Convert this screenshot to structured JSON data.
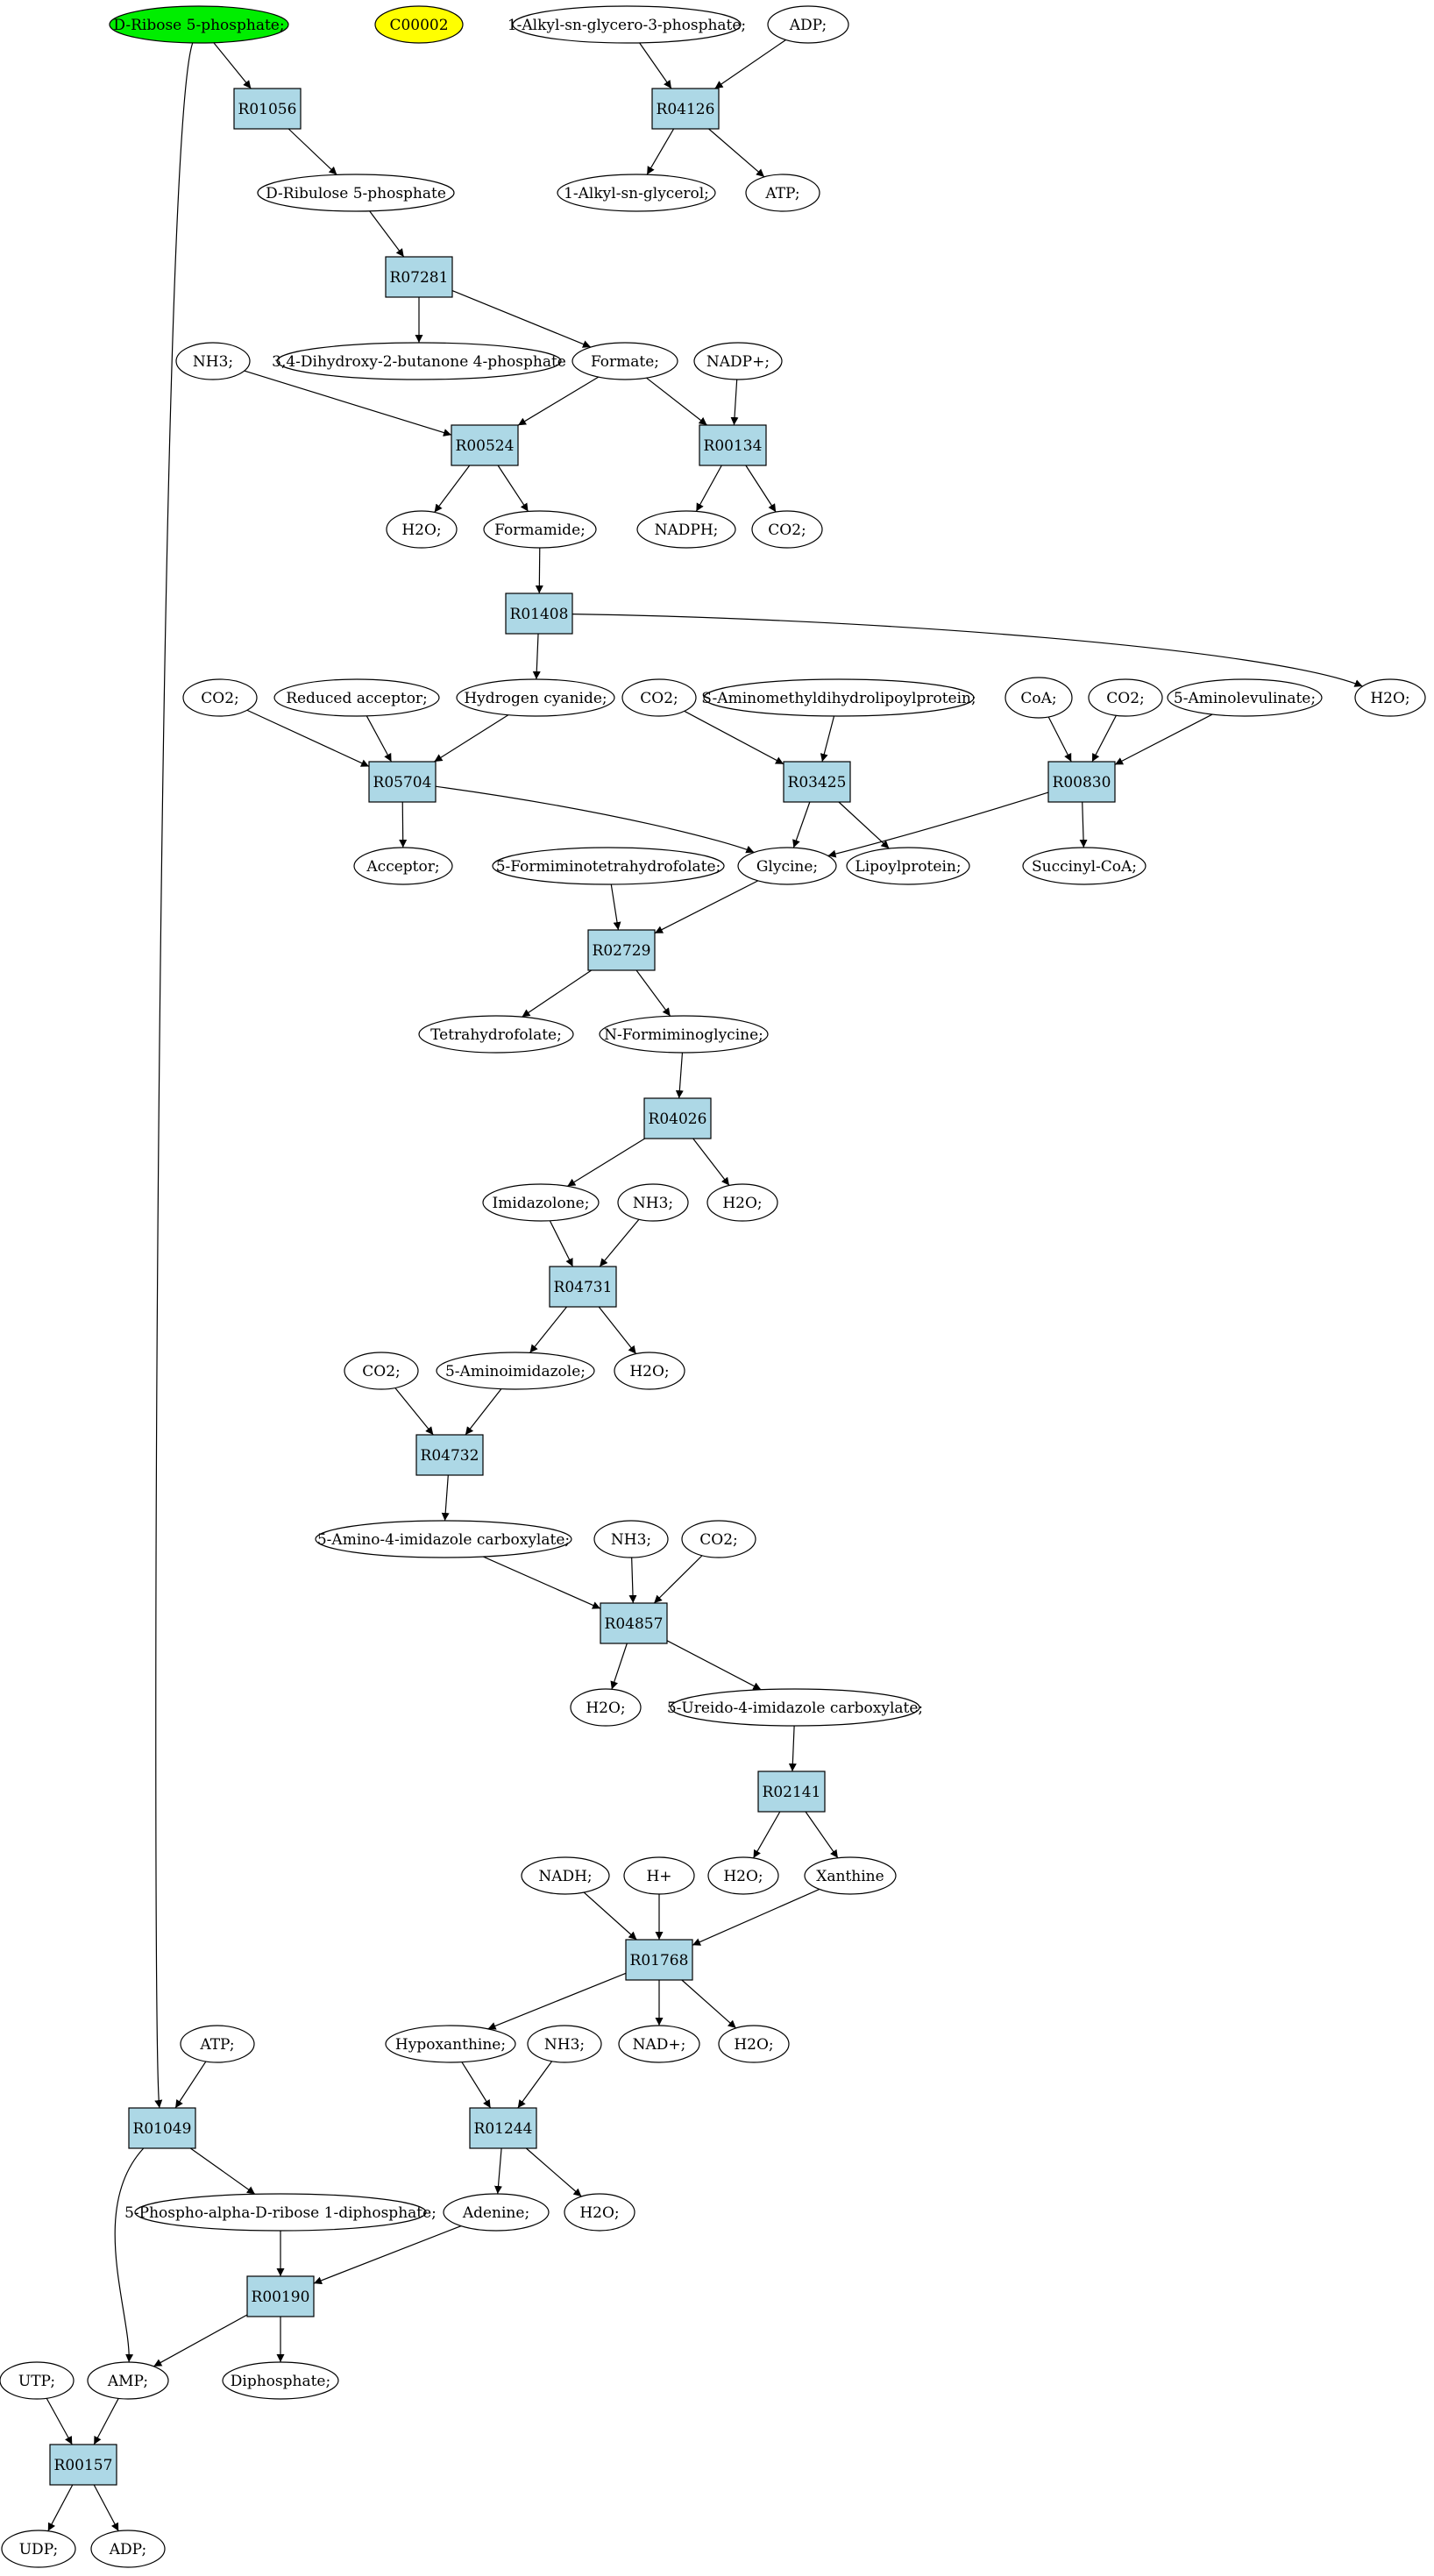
{
  "colors": {
    "reaction_fill": "#add8e6",
    "compound_fill": "#ffffff",
    "start_fill": "#00ee00",
    "highlight_fill": "#ffff00",
    "stroke": "#000000"
  },
  "nodes": {
    "ribose5p": {
      "label": "D-Ribose 5-phosphate;",
      "fill": "start"
    },
    "c00002": {
      "label": "C00002",
      "fill": "highlight"
    },
    "alkylsnglycero3p": {
      "label": "1-Alkyl-sn-glycero-3-phosphate;"
    },
    "adp_top": {
      "label": "ADP;"
    },
    "R01056": {
      "label": "R01056",
      "kind": "reaction"
    },
    "R04126": {
      "label": "R04126",
      "kind": "reaction"
    },
    "alkylsnglycerol": {
      "label": "1-Alkyl-sn-glycerol;"
    },
    "atp_top": {
      "label": "ATP;"
    },
    "ribulose5p": {
      "label": "D-Ribulose 5-phosphate"
    },
    "R07281": {
      "label": "R07281",
      "kind": "reaction"
    },
    "dihydroxybutanone": {
      "label": "3,4-Dihydroxy-2-butanone 4-phosphate"
    },
    "formate": {
      "label": "Formate;"
    },
    "nh3_1": {
      "label": "NH3;"
    },
    "nadp": {
      "label": "NADP+;"
    },
    "R00524": {
      "label": "R00524",
      "kind": "reaction"
    },
    "R00134": {
      "label": "R00134",
      "kind": "reaction"
    },
    "h2o_1": {
      "label": "H2O;"
    },
    "formamide": {
      "label": "Formamide;"
    },
    "nadph": {
      "label": "NADPH;"
    },
    "co2_1": {
      "label": "CO2;"
    },
    "R01408": {
      "label": "R01408",
      "kind": "reaction"
    },
    "hcn": {
      "label": "Hydrogen cyanide;"
    },
    "h2o_2": {
      "label": "H2O;"
    },
    "co2_2": {
      "label": "CO2;"
    },
    "redacc": {
      "label": "Reduced acceptor;"
    },
    "co2_3": {
      "label": "CO2;"
    },
    "samdlp": {
      "label": "S-Aminomethyldihydrolipoylprotein;"
    },
    "coa": {
      "label": "CoA;"
    },
    "co2_4": {
      "label": "CO2;"
    },
    "ala": {
      "label": "5-Aminolevulinate;"
    },
    "R05704": {
      "label": "R05704",
      "kind": "reaction"
    },
    "R03425": {
      "label": "R03425",
      "kind": "reaction"
    },
    "R00830": {
      "label": "R00830",
      "kind": "reaction"
    },
    "acceptor": {
      "label": "Acceptor;"
    },
    "glycine": {
      "label": "Glycine;"
    },
    "lipoyl": {
      "label": "Lipoylprotein;"
    },
    "succoa": {
      "label": "Succinyl-CoA;"
    },
    "fthf": {
      "label": "5-Formiminotetrahydrofolate;"
    },
    "R02729": {
      "label": "R02729",
      "kind": "reaction"
    },
    "thf": {
      "label": "Tetrahydrofolate;"
    },
    "nfg": {
      "label": "N-Formiminoglycine;"
    },
    "R04026": {
      "label": "R04026",
      "kind": "reaction"
    },
    "imidazolone": {
      "label": "Imidazolone;"
    },
    "h2o_3": {
      "label": "H2O;"
    },
    "nh3_2": {
      "label": "NH3;"
    },
    "R04731": {
      "label": "R04731",
      "kind": "reaction"
    },
    "co2_5": {
      "label": "CO2;"
    },
    "aminoimidazole": {
      "label": "5-Aminoimidazole;"
    },
    "h2o_4": {
      "label": "H2O;"
    },
    "R04732": {
      "label": "R04732",
      "kind": "reaction"
    },
    "aic": {
      "label": "5-Amino-4-imidazole carboxylate;"
    },
    "nh3_3": {
      "label": "NH3;"
    },
    "co2_6": {
      "label": "CO2;"
    },
    "R04857": {
      "label": "R04857",
      "kind": "reaction"
    },
    "h2o_5": {
      "label": "H2O;"
    },
    "uic": {
      "label": "5-Ureido-4-imidazole carboxylate;"
    },
    "R02141": {
      "label": "R02141",
      "kind": "reaction"
    },
    "nadh": {
      "label": "NADH;"
    },
    "hplus": {
      "label": "H+"
    },
    "h2o_6": {
      "label": "H2O;"
    },
    "xanthine": {
      "label": "Xanthine"
    },
    "R01768": {
      "label": "R01768",
      "kind": "reaction"
    },
    "atp_2": {
      "label": "ATP;"
    },
    "hypoxanthine": {
      "label": "Hypoxanthine;"
    },
    "nh3_4": {
      "label": "NH3;"
    },
    "nad": {
      "label": "NAD+;"
    },
    "h2o_7": {
      "label": "H2O;"
    },
    "R01049": {
      "label": "R01049",
      "kind": "reaction"
    },
    "R01244": {
      "label": "R01244",
      "kind": "reaction"
    },
    "prpp": {
      "label": "5-Phospho-alpha-D-ribose 1-diphosphate;"
    },
    "adenine": {
      "label": "Adenine;"
    },
    "h2o_8": {
      "label": "H2O;"
    },
    "R00190": {
      "label": "R00190",
      "kind": "reaction"
    },
    "utp": {
      "label": "UTP;"
    },
    "amp": {
      "label": "AMP;"
    },
    "diphosphate": {
      "label": "Diphosphate;"
    },
    "R00157": {
      "label": "R00157",
      "kind": "reaction"
    },
    "udp": {
      "label": "UDP;"
    },
    "adp_bottom": {
      "label": "ADP;"
    }
  },
  "edges": [
    [
      "ribose5p",
      "R01056"
    ],
    [
      "ribose5p",
      "R01049"
    ],
    [
      "R01056",
      "ribulose5p"
    ],
    [
      "ribulose5p",
      "R07281"
    ],
    [
      "R07281",
      "dihydroxybutanone"
    ],
    [
      "R07281",
      "formate"
    ],
    [
      "alkylsnglycero3p",
      "R04126"
    ],
    [
      "adp_top",
      "R04126"
    ],
    [
      "R04126",
      "alkylsnglycerol"
    ],
    [
      "R04126",
      "atp_top"
    ],
    [
      "nh3_1",
      "R00524"
    ],
    [
      "formate",
      "R00524"
    ],
    [
      "formate",
      "R00134"
    ],
    [
      "nadp",
      "R00134"
    ],
    [
      "R00524",
      "h2o_1"
    ],
    [
      "R00524",
      "formamide"
    ],
    [
      "R00134",
      "nadph"
    ],
    [
      "R00134",
      "co2_1"
    ],
    [
      "formamide",
      "R01408"
    ],
    [
      "R01408",
      "hcn"
    ],
    [
      "R01408",
      "h2o_2"
    ],
    [
      "co2_2",
      "R05704"
    ],
    [
      "redacc",
      "R05704"
    ],
    [
      "hcn",
      "R05704"
    ],
    [
      "co2_3",
      "R03425"
    ],
    [
      "samdlp",
      "R03425"
    ],
    [
      "coa",
      "R00830"
    ],
    [
      "co2_4",
      "R00830"
    ],
    [
      "ala",
      "R00830"
    ],
    [
      "R05704",
      "acceptor"
    ],
    [
      "R05704",
      "glycine"
    ],
    [
      "R03425",
      "glycine"
    ],
    [
      "R03425",
      "lipoyl"
    ],
    [
      "R00830",
      "glycine"
    ],
    [
      "R00830",
      "succoa"
    ],
    [
      "fthf",
      "R02729"
    ],
    [
      "glycine",
      "R02729"
    ],
    [
      "R02729",
      "thf"
    ],
    [
      "R02729",
      "nfg"
    ],
    [
      "nfg",
      "R04026"
    ],
    [
      "R04026",
      "imidazolone"
    ],
    [
      "R04026",
      "h2o_3"
    ],
    [
      "imidazolone",
      "R04731"
    ],
    [
      "nh3_2",
      "R04731"
    ],
    [
      "R04731",
      "aminoimidazole"
    ],
    [
      "R04731",
      "h2o_4"
    ],
    [
      "co2_5",
      "R04732"
    ],
    [
      "aminoimidazole",
      "R04732"
    ],
    [
      "R04732",
      "aic"
    ],
    [
      "aic",
      "R04857"
    ],
    [
      "nh3_3",
      "R04857"
    ],
    [
      "co2_6",
      "R04857"
    ],
    [
      "R04857",
      "h2o_5"
    ],
    [
      "R04857",
      "uic"
    ],
    [
      "uic",
      "R02141"
    ],
    [
      "R02141",
      "h2o_6"
    ],
    [
      "R02141",
      "xanthine"
    ],
    [
      "nadh",
      "R01768"
    ],
    [
      "hplus",
      "R01768"
    ],
    [
      "xanthine",
      "R01768"
    ],
    [
      "R01768",
      "hypoxanthine"
    ],
    [
      "R01768",
      "nad"
    ],
    [
      "R01768",
      "h2o_7"
    ],
    [
      "atp_2",
      "R01049"
    ],
    [
      "hypoxanthine",
      "R01244"
    ],
    [
      "nh3_4",
      "R01244"
    ],
    [
      "R01244",
      "adenine"
    ],
    [
      "R01244",
      "h2o_8"
    ],
    [
      "R01049",
      "prpp"
    ],
    [
      "R01049",
      "amp"
    ],
    [
      "prpp",
      "R00190"
    ],
    [
      "adenine",
      "R00190"
    ],
    [
      "R00190",
      "amp"
    ],
    [
      "R00190",
      "diphosphate"
    ],
    [
      "utp",
      "R00157"
    ],
    [
      "amp",
      "R00157"
    ],
    [
      "R00157",
      "udp"
    ],
    [
      "R00157",
      "adp_bottom"
    ]
  ]
}
